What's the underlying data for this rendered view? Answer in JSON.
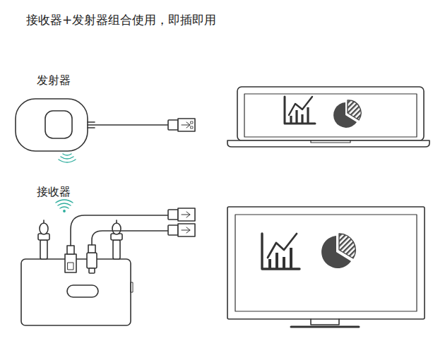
{
  "diagram": {
    "title": "接收器+发射器组合使用，即插即用",
    "labels": [
      "发射器",
      "接收器"
    ]
  }
}
